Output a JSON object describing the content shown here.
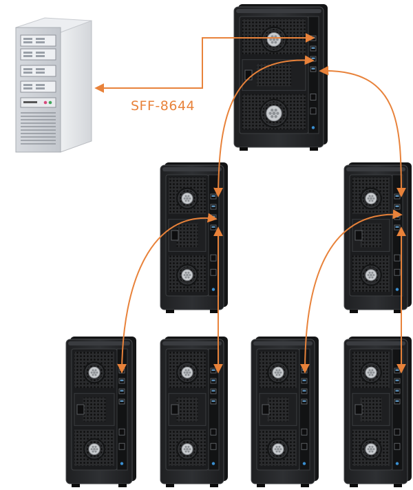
{
  "cable": {
    "label": "SFF-8644",
    "color": "#e8823a"
  },
  "colors": {
    "enclosure_body": "#2b2c2e",
    "enclosure_dark": "#161718",
    "enclosure_edge": "#4a4c4f",
    "mesh_hole": "#0a0a0a",
    "port_highlight": "#5b8fb8",
    "server_light": "#e4e6e9",
    "server_mid": "#c9ccd1",
    "server_dark": "#aeb2b8"
  },
  "devices": [
    {
      "id": "host-server",
      "icon": "server-tower-icon"
    },
    {
      "id": "expander-main",
      "icon": "jbod-enclosure-icon"
    },
    {
      "id": "expander-l2-left",
      "icon": "jbod-enclosure-icon"
    },
    {
      "id": "expander-l2-right",
      "icon": "jbod-enclosure-icon"
    },
    {
      "id": "expander-l3-1",
      "icon": "jbod-enclosure-icon"
    },
    {
      "id": "expander-l3-2",
      "icon": "jbod-enclosure-icon"
    },
    {
      "id": "expander-l3-3",
      "icon": "jbod-enclosure-icon"
    },
    {
      "id": "expander-l3-4",
      "icon": "jbod-enclosure-icon"
    }
  ]
}
